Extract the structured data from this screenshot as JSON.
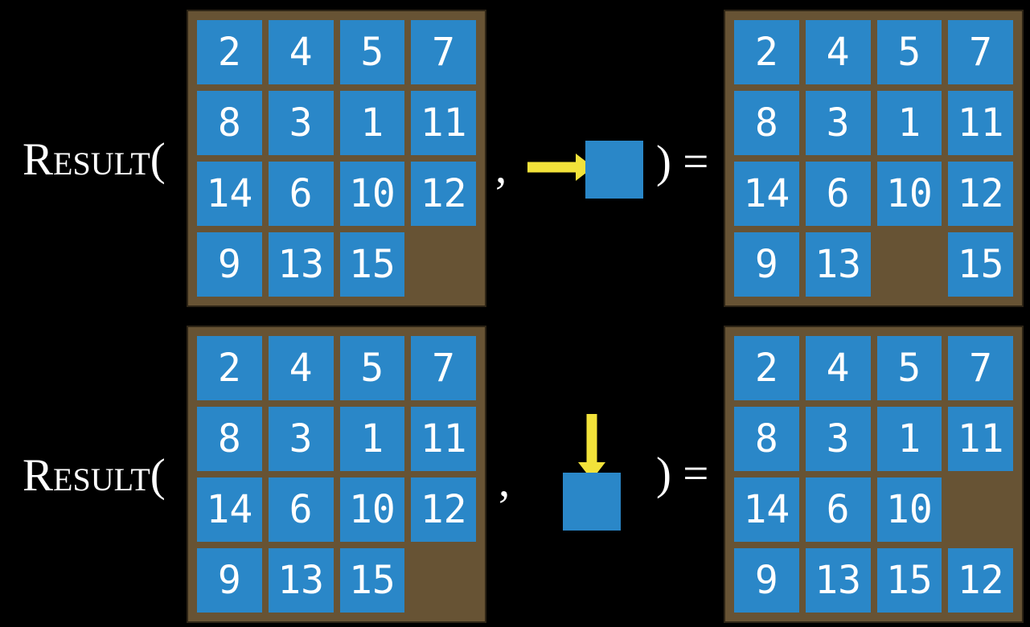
{
  "colors": {
    "background": "#000000",
    "board_frame": "#675334",
    "tile_blue": "#2a87c8",
    "arrow_yellow": "#f2e23a",
    "text_white": "#ffffff"
  },
  "rows": [
    {
      "label": "Result(",
      "comma": ",",
      "move_icon": "arrow-right",
      "close_equals": ") =",
      "input_grid": [
        [
          "2",
          "4",
          "5",
          "7"
        ],
        [
          "8",
          "3",
          "1",
          "11"
        ],
        [
          "14",
          "6",
          "10",
          "12"
        ],
        [
          "9",
          "13",
          "15",
          ""
        ]
      ],
      "output_grid": [
        [
          "2",
          "4",
          "5",
          "7"
        ],
        [
          "8",
          "3",
          "1",
          "11"
        ],
        [
          "14",
          "6",
          "10",
          "12"
        ],
        [
          "9",
          "13",
          "",
          "15"
        ]
      ]
    },
    {
      "label": "Result(",
      "comma": ",",
      "move_icon": "arrow-down",
      "close_equals": ") =",
      "input_grid": [
        [
          "2",
          "4",
          "5",
          "7"
        ],
        [
          "8",
          "3",
          "1",
          "11"
        ],
        [
          "14",
          "6",
          "10",
          "12"
        ],
        [
          "9",
          "13",
          "15",
          ""
        ]
      ],
      "output_grid": [
        [
          "2",
          "4",
          "5",
          "7"
        ],
        [
          "8",
          "3",
          "1",
          "11"
        ],
        [
          "14",
          "6",
          "10",
          ""
        ],
        [
          "9",
          "13",
          "15",
          "12"
        ]
      ]
    }
  ]
}
